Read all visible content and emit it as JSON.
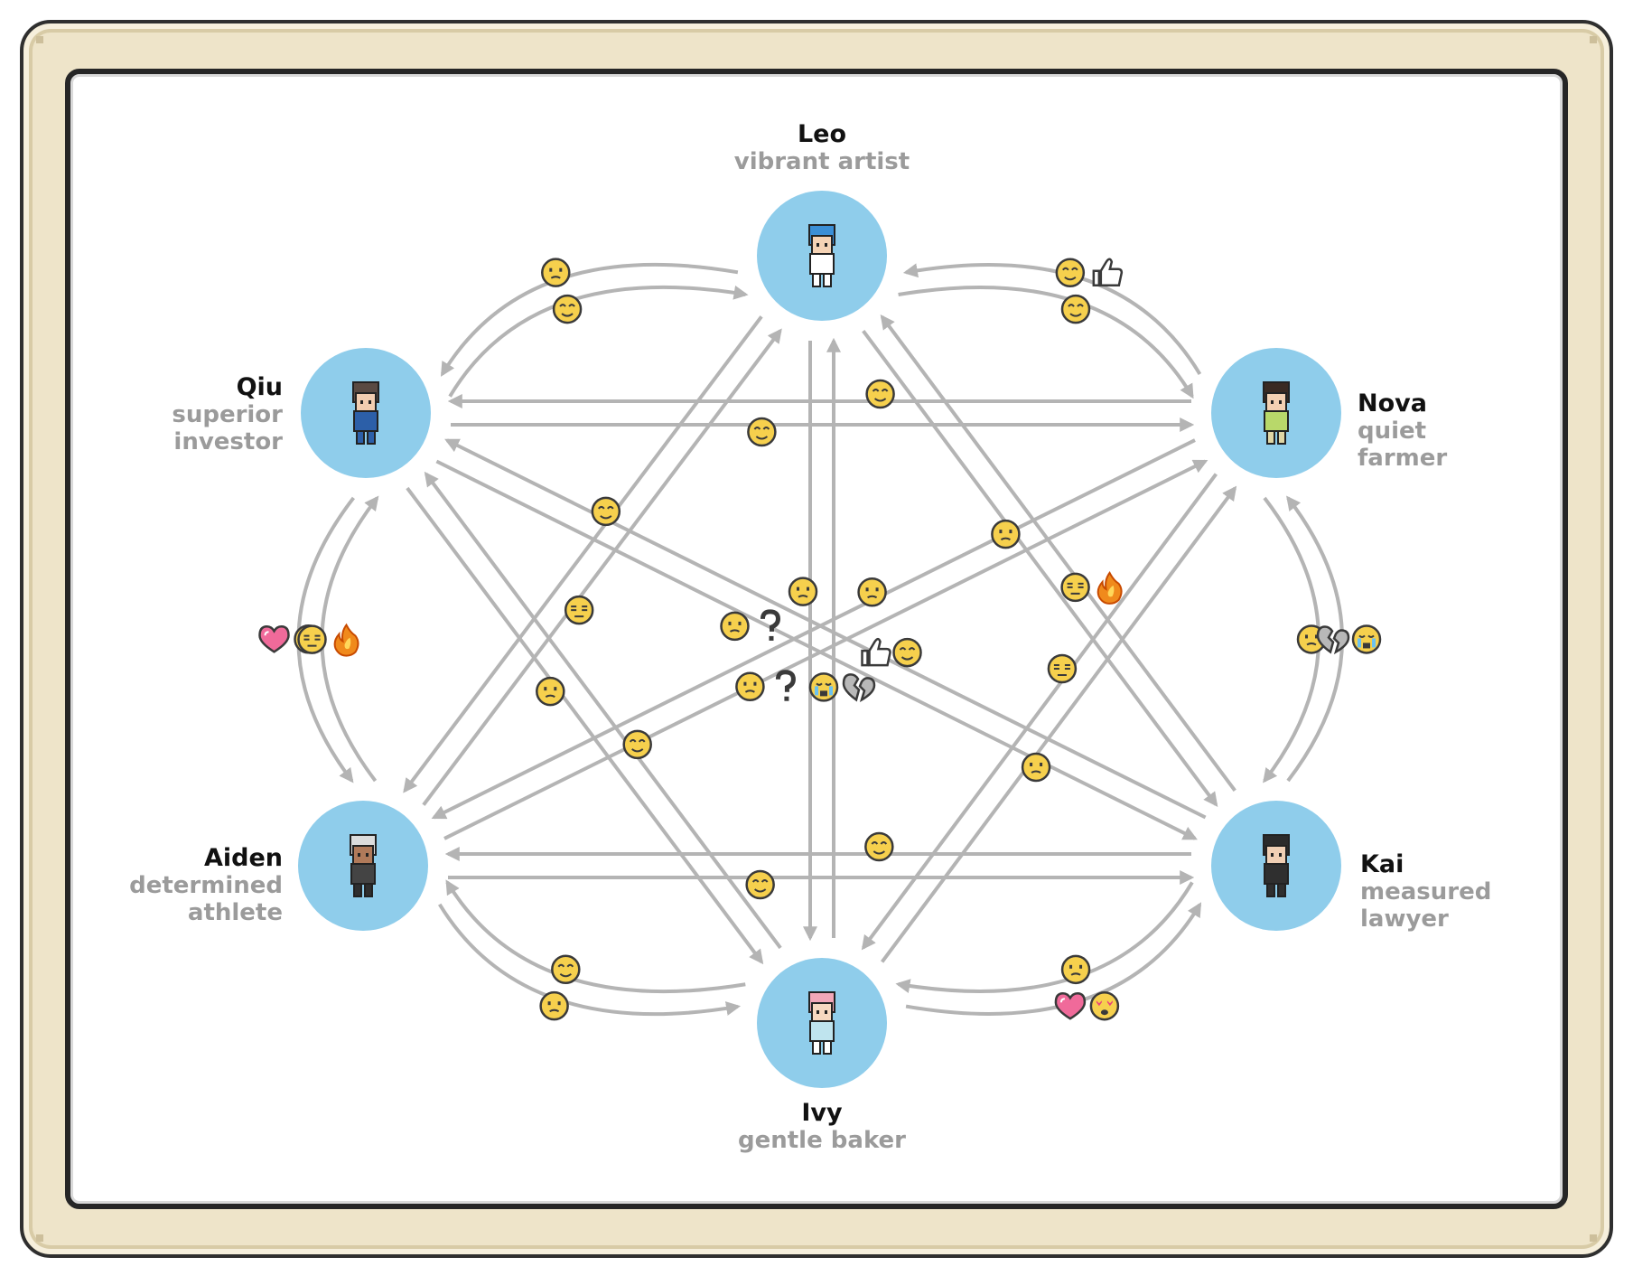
{
  "colors": {
    "frame": "#eee4c9",
    "node_fill": "#8fcdeb",
    "edge": "#b4b4b4",
    "emoji_face": "#f6d04d",
    "heart": "#f06a9a",
    "broken_heart": "#b8b8b8",
    "fire": "#f08a1c",
    "name_text": "#111111",
    "desc_text": "#9b9b9b"
  },
  "characters": [
    {
      "id": "leo",
      "name": "Leo",
      "desc": [
        "vibrant artist"
      ],
      "avatar": "blue-spiky-hair-boy"
    },
    {
      "id": "qiu",
      "name": "Qiu",
      "desc": [
        "superior",
        "investor"
      ],
      "avatar": "long-dark-hair-woman"
    },
    {
      "id": "nova",
      "name": "Nova",
      "desc": [
        "quiet",
        "farmer"
      ],
      "avatar": "short-dark-hair-girl"
    },
    {
      "id": "aiden",
      "name": "Aiden",
      "desc": [
        "determined",
        "athlete"
      ],
      "avatar": "white-hair-man"
    },
    {
      "id": "kai",
      "name": "Kai",
      "desc": [
        "measured",
        "lawyer"
      ],
      "avatar": "suit-man"
    },
    {
      "id": "ivy",
      "name": "Ivy",
      "desc": [
        "gentle baker"
      ],
      "avatar": "pink-buns-girl"
    }
  ],
  "relations": [
    {
      "from": "qiu",
      "to": "leo",
      "icons": [
        "smile-face"
      ]
    },
    {
      "from": "leo",
      "to": "qiu",
      "icons": [
        "neutral-face"
      ]
    },
    {
      "from": "nova",
      "to": "leo",
      "icons": [
        "smile-face",
        "thumbs-up"
      ]
    },
    {
      "from": "leo",
      "to": "nova",
      "icons": [
        "smile-face"
      ]
    },
    {
      "from": "qiu",
      "to": "nova",
      "icons": [
        "smile-face"
      ]
    },
    {
      "from": "nova",
      "to": "qiu",
      "icons": [
        "smile-face"
      ]
    },
    {
      "from": "leo",
      "to": "ivy",
      "icons": [
        "neutral-face"
      ]
    },
    {
      "from": "ivy",
      "to": "leo",
      "icons": [
        "crying-face",
        "broken-heart"
      ]
    },
    {
      "from": "qiu",
      "to": "aiden",
      "icons": [
        "heart",
        "heart-eyes-face"
      ]
    },
    {
      "from": "aiden",
      "to": "qiu",
      "icons": [
        "expressionless-face",
        "fire"
      ]
    },
    {
      "from": "nova",
      "to": "kai",
      "icons": [
        "neutral-face"
      ]
    },
    {
      "from": "kai",
      "to": "nova",
      "icons": [
        "broken-heart",
        "crying-face"
      ]
    },
    {
      "from": "aiden",
      "to": "kai",
      "icons": [
        "smile-face"
      ]
    },
    {
      "from": "kai",
      "to": "aiden",
      "icons": [
        "smile-face"
      ]
    },
    {
      "from": "aiden",
      "to": "ivy",
      "icons": [
        "neutral-face"
      ]
    },
    {
      "from": "ivy",
      "to": "aiden",
      "icons": [
        "smile-face"
      ]
    },
    {
      "from": "ivy",
      "to": "kai",
      "icons": [
        "heart",
        "heart-eyes-face"
      ]
    },
    {
      "from": "kai",
      "to": "ivy",
      "icons": [
        "neutral-face"
      ]
    },
    {
      "from": "leo",
      "to": "aiden",
      "icons": [
        "smile-face"
      ]
    },
    {
      "from": "aiden",
      "to": "leo",
      "icons": [
        "expressionless-face"
      ]
    },
    {
      "from": "leo",
      "to": "kai",
      "icons": [
        "neutral-face"
      ]
    },
    {
      "from": "kai",
      "to": "leo",
      "icons": [
        "expressionless-face",
        "fire"
      ]
    },
    {
      "from": "qiu",
      "to": "ivy",
      "icons": [
        "neutral-face"
      ]
    },
    {
      "from": "ivy",
      "to": "qiu",
      "icons": [
        "smile-face"
      ]
    },
    {
      "from": "nova",
      "to": "ivy",
      "icons": [
        "expressionless-face"
      ]
    },
    {
      "from": "ivy",
      "to": "nova",
      "icons": [
        "neutral-face"
      ]
    },
    {
      "from": "qiu",
      "to": "kai",
      "icons": [
        "neutral-face",
        "question-mark"
      ]
    },
    {
      "from": "kai",
      "to": "qiu",
      "icons": [
        "thumbs-up",
        "smile-face"
      ]
    },
    {
      "from": "aiden",
      "to": "nova",
      "icons": [
        "neutral-face",
        "question-mark"
      ]
    },
    {
      "from": "nova",
      "to": "aiden",
      "icons": [
        "neutral-face"
      ]
    }
  ]
}
